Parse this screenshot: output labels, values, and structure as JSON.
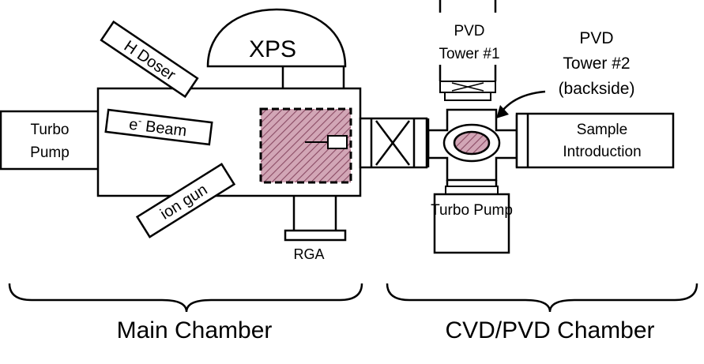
{
  "labels": {
    "turbo_pump_left_line1": "Turbo",
    "turbo_pump_left_line2": "Pump",
    "h_doser": "H Doser",
    "e_beam_prefix": "e",
    "e_beam_sup": "-",
    "e_beam_suffix": " Beam",
    "ion_gun": "ion gun",
    "xps": "XPS",
    "rga": "RGA",
    "pvd_tower1_line1": "PVD",
    "pvd_tower1_line2": "Tower #1",
    "pvd_tower2_line1": "PVD",
    "pvd_tower2_line2": "Tower #2",
    "pvd_tower2_line3": "(backside)",
    "sample_intro_line1": "Sample",
    "sample_intro_line2": "Introduction",
    "turbo_pump_right": "Turbo Pump",
    "main_chamber": "Main Chamber",
    "cvd_pvd_chamber": "CVD/PVD Chamber"
  },
  "colors": {
    "sample_hatch": "#d2a6b6",
    "sample_hatch_line": "#8a4a64",
    "line": "#000000"
  }
}
